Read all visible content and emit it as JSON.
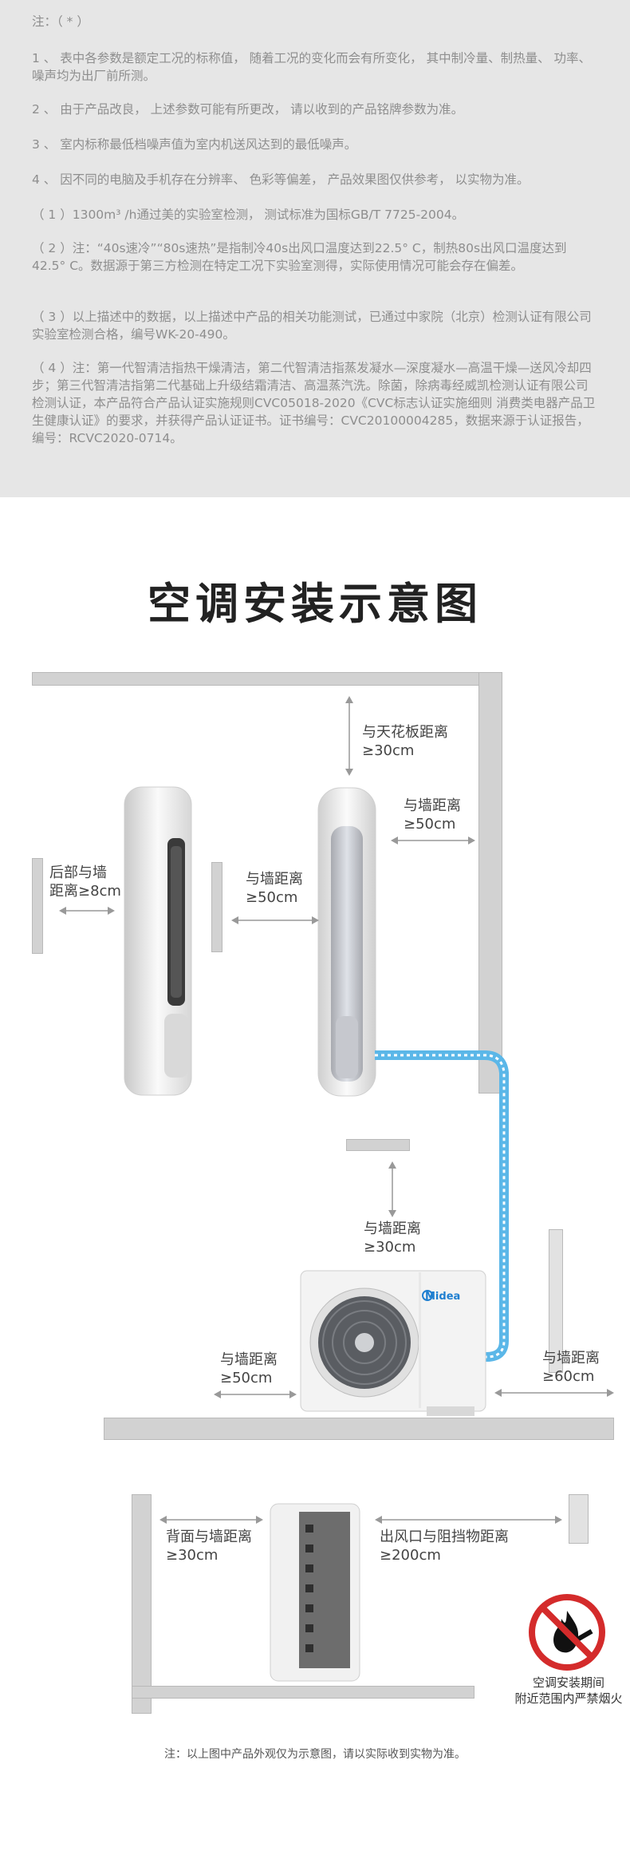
{
  "notes": {
    "header": "注：（ * ）",
    "items": [
      "1 、 表中各参数是额定工况的标称值， 随着工况的变化而会有所变化， 其中制冷量、制热量、 功率、 噪声均为出厂前所测。",
      "2 、 由于产品改良， 上述参数可能有所更改， 请以收到的产品铭牌参数为准。",
      "3 、 室内标称最低档噪声值为室内机送风达到的最低噪声。",
      "4 、 因不同的电脑及手机存在分辨率、 色彩等偏差， 产品效果图仅供参考， 以实物为准。",
      "（ 1 ）1300m³ /h通过美的实验室检测， 测试标准为国标GB/T 7725-2004。",
      "（ 2 ）注：“40s速冷”“80s速热”是指制冷40s出风口温度达到22.5° C，制热80s出风口温度达到42.5° C。数据源于第三方检测在特定工况下实验室测得，实际使用情况可能会存在偏差。",
      "（ 3 ）以上描述中的数据，以上描述中产品的相关功能测试，已通过中家院（北京）检测认证有限公司实验室检测合格，编号WK-20-490。",
      "（ 4 ）注：第一代智清洁指热干燥清洁，第二代智清洁指蒸发凝水—深度凝水—高温干燥—送风冷却四步；第三代智清洁指第二代基础上升级结霜清洁、高温蒸汽洗。除菌，除病毒经威凯检测认证有限公司检测认证，本产品符合产品认证实施规则CVC05018-2020《CVC标志认证实施细则 消费类电器产品卫生健康认证》的要求，并获得产品认证证书。证书编号：CVC20100004285，数据来源于认证报告，编号：RCVC2020-0714。"
    ]
  },
  "title": "空调安装示意图",
  "labels": {
    "ceiling": [
      "与天花板距离",
      "≥30cm"
    ],
    "right_wall": [
      "与墙距离",
      "≥50cm"
    ],
    "back_wall": [
      "后部与墙",
      "距离≥8cm"
    ],
    "side_wall": [
      "与墙距离",
      "≥50cm"
    ],
    "outdoor_top": [
      "与墙距离",
      "≥30cm"
    ],
    "outdoor_left": [
      "与墙距离",
      "≥50cm"
    ],
    "outdoor_right": [
      "与墙距离",
      "≥60cm"
    ],
    "back_distance": [
      "背面与墙距离",
      "≥30cm"
    ],
    "outlet_distance": [
      "出风口与阻挡物距离",
      "≥200cm"
    ]
  },
  "brand": "Midea",
  "warning": [
    "空调安装期间",
    "附近范围内严禁烟火"
  ],
  "footnote": "注：以上图中产品外观仅为示意图，请以实际收到实物为准。",
  "colors": {
    "pipe": "#5bb7e8",
    "brand": "#1f7fd0",
    "warning": "#d42b2b"
  }
}
